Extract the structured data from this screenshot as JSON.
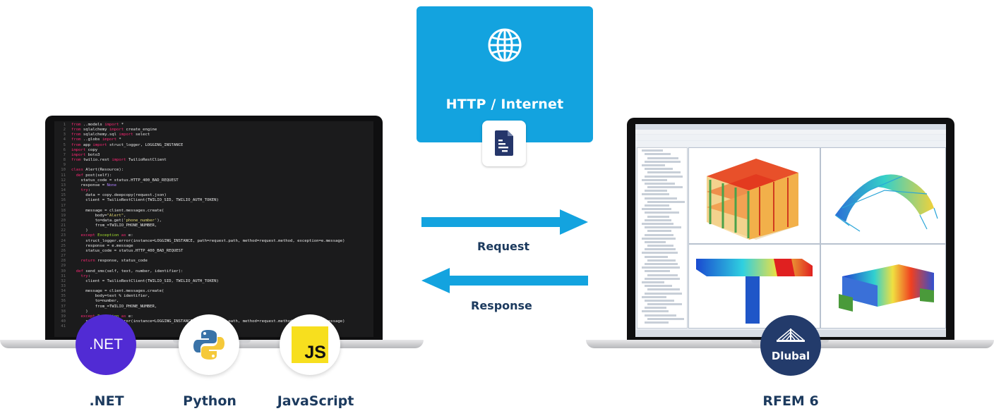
{
  "http_box": {
    "label": "HTTP / Internet",
    "icon": "globe-icon",
    "doc_icon": "document-icon"
  },
  "arrows": {
    "request_label": "Request",
    "response_label": "Response",
    "color": "#13a3df"
  },
  "colors": {
    "accent": "#13a3df",
    "navy": "#1c3a5e",
    "dotnet": "#512bd4",
    "js": "#f7df1e",
    "dlubal": "#233b6b"
  },
  "client": {
    "code_lines": [
      [
        "1",
        "from ..models import *"
      ],
      [
        "2",
        "from sqlalchemy import create_engine"
      ],
      [
        "3",
        "from sqlalchemy.sql import select"
      ],
      [
        "4",
        "from ..globs import *"
      ],
      [
        "5",
        "from app import struct_logger, LOGGING_INSTANCE"
      ],
      [
        "6",
        "import copy"
      ],
      [
        "7",
        "import boto3"
      ],
      [
        "8",
        "from twilio.rest import TwilioRestClient"
      ],
      [
        "9",
        ""
      ],
      [
        "10",
        "class Alert(Resource):"
      ],
      [
        "11",
        "  def post(self):"
      ],
      [
        "12",
        "    status_code = status.HTTP_400_BAD_REQUEST"
      ],
      [
        "13",
        "    response = None"
      ],
      [
        "14",
        "    try:"
      ],
      [
        "15",
        "      data = copy.deepcopy(request.json)"
      ],
      [
        "16",
        "      client = TwilioRestClient(TWILIO_SID, TWILIO_AUTH_TOKEN)"
      ],
      [
        "17",
        ""
      ],
      [
        "18",
        "      message = client.messages.create("
      ],
      [
        "19",
        "          body=\"Alert\","
      ],
      [
        "20",
        "          to=data.get('phone_number'),"
      ],
      [
        "21",
        "          from_=TWILIO_PHONE_NUMBER,"
      ],
      [
        "22",
        "      )"
      ],
      [
        "23",
        "    except Exception as e:"
      ],
      [
        "24",
        "      struct_logger.error(instance=LOGGING_INSTANCE, path=request.path, method=request.method, exception=e.message)"
      ],
      [
        "25",
        "      response = e.message"
      ],
      [
        "26",
        "      status_code = status.HTTP_400_BAD_REQUEST"
      ],
      [
        "27",
        ""
      ],
      [
        "28",
        "    return response, status_code"
      ],
      [
        "29",
        ""
      ],
      [
        "30",
        "  def send_sms(self, text, number, identifier):"
      ],
      [
        "31",
        "    try:"
      ],
      [
        "32",
        "      client = TwilioRestClient(TWILIO_SID, TWILIO_AUTH_TOKEN)"
      ],
      [
        "33",
        ""
      ],
      [
        "34",
        "      message = client.messages.create("
      ],
      [
        "35",
        "          body=text % identifier,"
      ],
      [
        "36",
        "          to=number,"
      ],
      [
        "37",
        "          from_=TWILIO_PHONE_NUMBER,"
      ],
      [
        "38",
        "      )"
      ],
      [
        "39",
        "    except Exception as e:"
      ],
      [
        "40",
        "      struct_logger.error(instance=LOGGING_INSTANCE, path=request.path, method=request.method, exception=e.message)"
      ],
      [
        "41",
        "      re"
      ]
    ],
    "languages": [
      {
        "name": ".NET",
        "badge_text": ".NET"
      },
      {
        "name": "Python",
        "badge_text": ""
      },
      {
        "name": "JavaScript",
        "badge_text": "JS"
      }
    ]
  },
  "server": {
    "name": "RFEM 6",
    "logo_text": "Dlubal"
  }
}
